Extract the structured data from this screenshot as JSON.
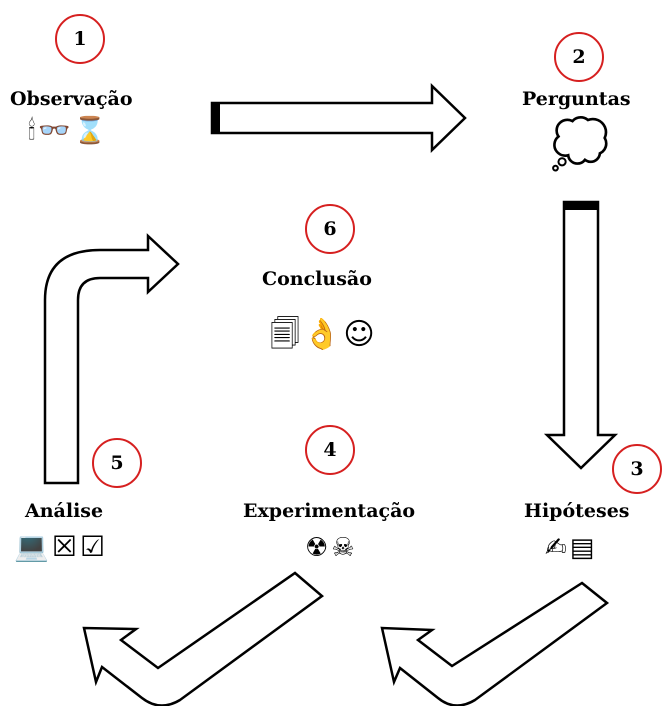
{
  "steps": [
    {
      "number": "1",
      "label": "Observação"
    },
    {
      "number": "2",
      "label": "Perguntas"
    },
    {
      "number": "3",
      "label": "Hipóteses"
    },
    {
      "number": "4",
      "label": "Experimentação"
    },
    {
      "number": "5",
      "label": "Análise"
    },
    {
      "number": "6",
      "label": "Conclusão"
    }
  ],
  "icons": {
    "observacao": [
      {
        "name": "candle-icon",
        "glyph": "🕯"
      },
      {
        "name": "glasses-icon",
        "glyph": "👓"
      },
      {
        "name": "hourglass-icon",
        "glyph": "⌛"
      }
    ],
    "perguntas": [
      {
        "name": "thought-cloud-icon",
        "glyph": "💭"
      }
    ],
    "hipoteses": [
      {
        "name": "writing-hand-icon",
        "glyph": "✍"
      },
      {
        "name": "document-icon",
        "glyph": "▤"
      }
    ],
    "experimentacao": [
      {
        "name": "radiation-icon",
        "glyph": "☢"
      },
      {
        "name": "skull-crossbones-icon",
        "glyph": "☠"
      }
    ],
    "analise": [
      {
        "name": "laptop-icon",
        "glyph": "💻"
      },
      {
        "name": "ballot-x-icon",
        "glyph": "☒"
      },
      {
        "name": "checkbox-icon",
        "glyph": "☑"
      }
    ],
    "conclusao": [
      {
        "name": "documents-icon",
        "glyph": "🗐"
      },
      {
        "name": "ok-hand-icon",
        "glyph": "👌"
      },
      {
        "name": "smiley-icon",
        "glyph": "☺"
      }
    ]
  },
  "colors": {
    "circle": "#d62020",
    "arrow_fill": "#ffffff",
    "stroke": "#000000"
  }
}
